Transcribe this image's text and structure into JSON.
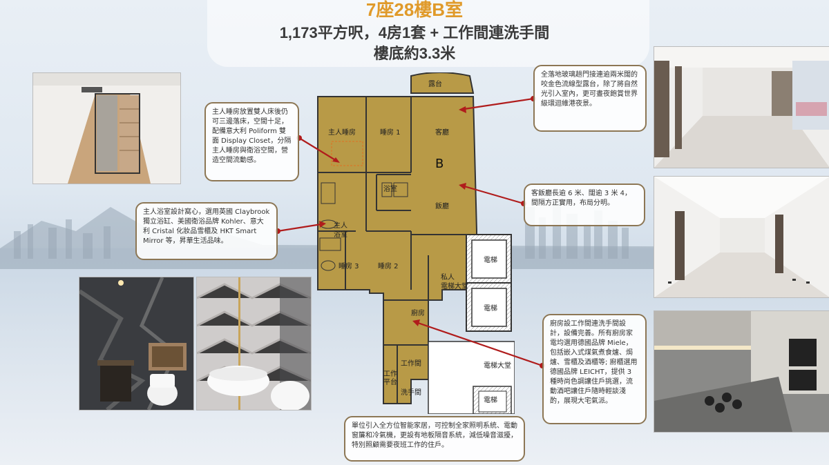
{
  "header": {
    "title": "7座28樓B室",
    "subtitle": "1,173平方呎，4房1套 + 工作間連洗手間",
    "subtitle2": "樓底約3.3米"
  },
  "plan": {
    "unit_letter": "B",
    "rooms": {
      "balcony": "露台",
      "master_bedroom": "主人睡房",
      "bedroom1": "睡房 1",
      "living_room": "客廳",
      "bathroom": "浴室",
      "dining_room": "飯廳",
      "master_bath_line1": "主人",
      "master_bath_line2": "浴室",
      "bedroom3": "睡房 3",
      "bedroom2": "睡房 2",
      "private_lobby_line1": "私人",
      "private_lobby_line2": "電梯大堂",
      "lift_a": "電梯",
      "lift_b": "電梯",
      "kitchen": "廚房",
      "work_room": "工作間",
      "lift_lobby": "電梯大堂",
      "work_platform_line1": "工作",
      "work_platform_line2": "平台",
      "wc": "洗手間",
      "lift_c": "電梯"
    }
  },
  "callouts": {
    "master_bedroom": "主人睡房放置雙人床後仍可三邊落床，空間十足，配備意大利 Poliform 雙面 Display Closet，分隔主人睡房與衛浴空間，營造空間流動感。",
    "master_bath": "主人浴室設計窩心，選用英國 Claybrook 獨立浴缸、美國衛浴品牌 Kohler、意大利 Cristal 化妝品雪櫃及 HKT Smart Mirror 等，昇華生活品味。",
    "balcony": "全落地玻璃趟門接連逾兩米闊的咬金色流線型露台，除了將自然光引入室內，更可晝夜飽賞世界級環迴維港夜景。",
    "living_dining": "客飯廳長逾 6 米、闊逾 3 米 4，間隔方正實用，布局分明。",
    "kitchen": "廚房設工作間連洗手間設計，設備完善。所有廚房家電均選用德國品牌 Miele，包括嵌入式煤氣煮食爐、焗爐、雪櫃及酒櫃等; 廚櫃選用德國品牌 LEICHT，提供 3 種時尚色調讓住戶挑選，流動酒吧讓住戶隨時輕談淺酌，展現大宅氣派。",
    "smart_home": "單位引入全方位智能家居，可控制全家照明系統、電動窗簾和冷氣機，更設有地板隔音系統，減低噪音滋擾，特別照顧需要夜班工作的住戶。"
  },
  "colors": {
    "title": "#e09a2a",
    "plan_fill": "#b89a47",
    "arrow": "#b01c1c",
    "callout_border": "#8c7654"
  }
}
